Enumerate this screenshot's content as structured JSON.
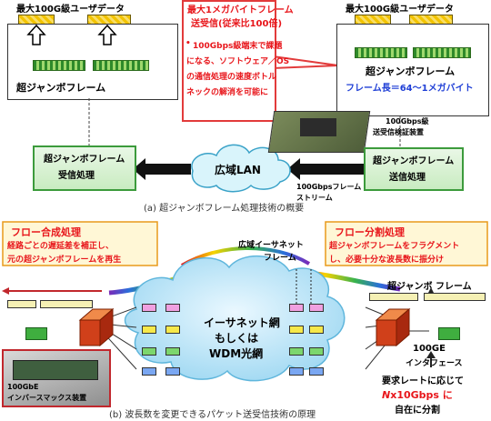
{
  "top": {
    "left_title": "最大100G級ユーザデータ",
    "right_title": "最大100G級ユーザデータ",
    "left_frame_label": "超ジャンボフレーム",
    "right_frame_label": "超ジャンボフレーム",
    "frame_length": "フレーム長＝64～1メガバイト",
    "callout_title_1": "最大1メガバイトフレーム",
    "callout_title_2": "送受信(従来比100倍)",
    "callout_bullet": "•",
    "callout_body_1": "100Gbps級端末で課題",
    "callout_body_2": "になる、ソフトウェア／OS",
    "callout_body_3": "の通信処理の速度ボトル",
    "callout_body_4": "ネックの解消を可能に",
    "device_label_1": "100Gbps級",
    "device_label_2": "送受信検証装置",
    "receive_box_1": "超ジャンボフレーム",
    "receive_box_2": "受信処理",
    "send_box_1": "超ジャンボフレーム",
    "send_box_2": "送信処理",
    "wan": "広域LAN",
    "stream_1": "100Gbpsフレーム",
    "stream_2": "ストリーム",
    "caption": "(a) 超ジャンボフレーム処理技術の概要"
  },
  "bottom": {
    "merge_title": "フロー合成処理",
    "merge_body_1": "経路ごとの遅延差を補正し、",
    "merge_body_2": "元の超ジャンボフレームを再生",
    "split_title": "フロー分割処理",
    "split_body_1": "超ジャンボフレームをフラグメント",
    "split_body_2": "し、必要十分な波長数に振分け",
    "ethernet_frame_1": "広域イーサネット",
    "ethernet_frame_2": "フレーム",
    "jumbo_frame": "超ジャンボ フレーム",
    "cloud_1": "イーサネット網",
    "cloud_2": "もしくは",
    "cloud_3": "WDM光網",
    "ge_1": "100GE",
    "ge_2": "インタフェース",
    "inverse_mux_1": "100GbE",
    "inverse_mux_2": "インバースマックス装置",
    "rate_1": "要求レートに応じて",
    "rate_2_prefix": "N",
    "rate_2_suffix": "x10Gbps に",
    "rate_3": "自在に分割",
    "caption": "(b) 波長数を変更できるパケット送受信技術の原理"
  },
  "colors": {
    "green_border": "#3c9b3c",
    "red": "#e8161b",
    "blue": "#1f3fd6"
  }
}
